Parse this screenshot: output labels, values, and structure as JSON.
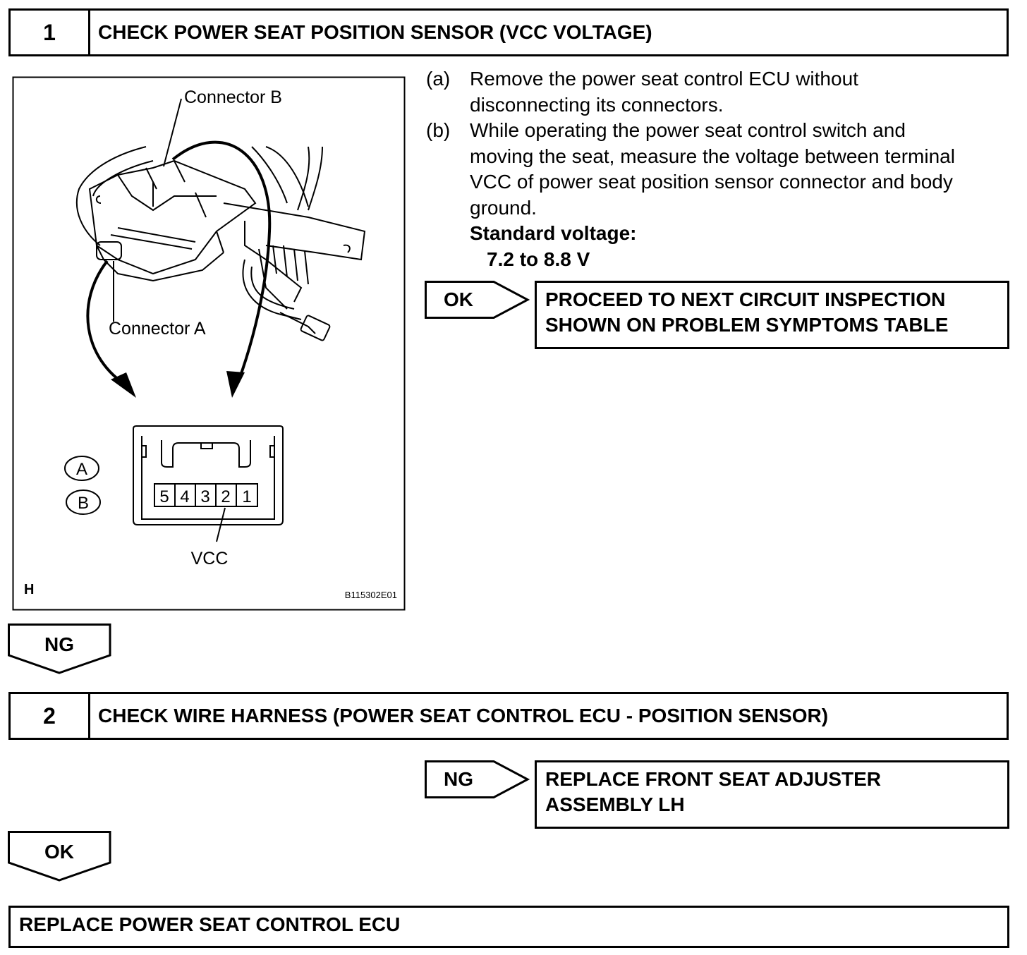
{
  "step1": {
    "number": "1",
    "title": "CHECK POWER SEAT POSITION SENSOR (VCC VOLTAGE)"
  },
  "figure": {
    "connector_b_label": "Connector B",
    "connector_a_label": "Connector A",
    "badge_a": "A",
    "badge_b": "B",
    "pins": [
      "5",
      "4",
      "3",
      "2",
      "1"
    ],
    "vcc_label": "VCC",
    "corner_letter": "H",
    "figure_id": "B115302E01"
  },
  "instructions": {
    "a_label": "(a)",
    "a_line1": "Remove the power seat control ECU without",
    "a_line2": "disconnecting its connectors.",
    "b_label": "(b)",
    "b_line1": "While operating the power seat control switch and",
    "b_line2": "moving the seat, measure the voltage between terminal",
    "b_line3": "VCC of power seat position sensor connector and body",
    "b_line4": "ground.",
    "standard_label": "Standard voltage:",
    "standard_value": "7.2 to 8.8 V"
  },
  "result1_ok": {
    "tag": "OK",
    "line1": "PROCEED TO NEXT CIRCUIT INSPECTION",
    "line2": "SHOWN ON PROBLEM SYMPTOMS TABLE"
  },
  "flow1_ng": {
    "tag": "NG"
  },
  "step2": {
    "number": "2",
    "title": "CHECK WIRE HARNESS (POWER SEAT CONTROL ECU - POSITION SENSOR)"
  },
  "result2_ng": {
    "tag": "NG",
    "line1": "REPLACE FRONT SEAT ADJUSTER",
    "line2": "ASSEMBLY LH"
  },
  "flow2_ok": {
    "tag": "OK"
  },
  "final": {
    "text": "REPLACE POWER SEAT CONTROL ECU"
  }
}
